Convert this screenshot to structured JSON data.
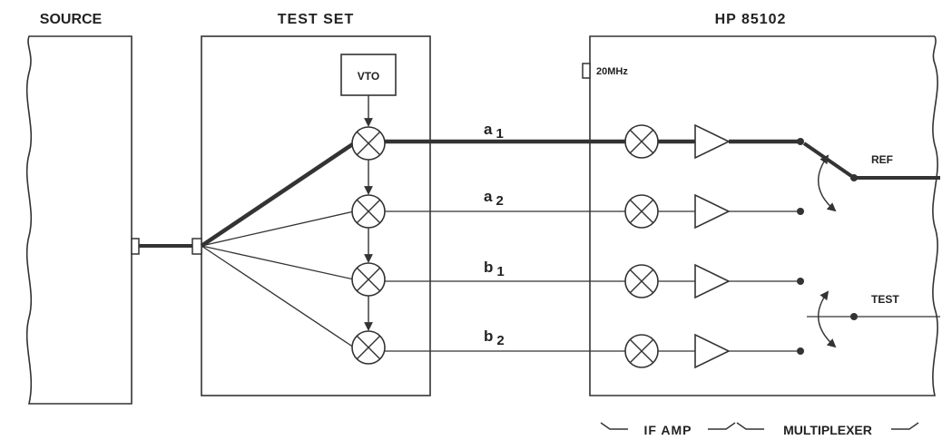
{
  "blocks": {
    "source": "SOURCE",
    "test_set": "TEST SET",
    "analyzer": "HP 85102",
    "vto": "VTO",
    "clock": "20MHz"
  },
  "signals": [
    {
      "letter": "a",
      "index": "1"
    },
    {
      "letter": "a",
      "index": "2"
    },
    {
      "letter": "b",
      "index": "1"
    },
    {
      "letter": "b",
      "index": "2"
    }
  ],
  "switches": {
    "ref": "REF",
    "test": "TEST"
  },
  "brackets": {
    "if_amp": "IF AMP",
    "multiplexer": "MULTIPLEXER"
  }
}
